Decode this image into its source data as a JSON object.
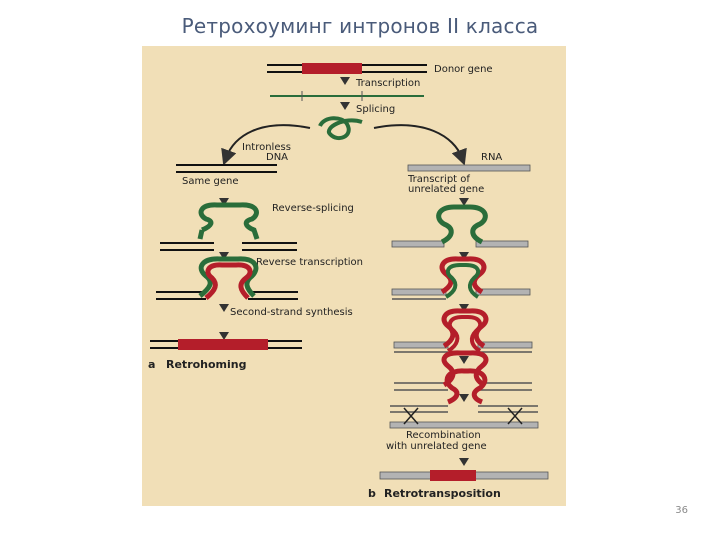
{
  "slide": {
    "title": "Ретрохоуминг интронов II класса",
    "page_number": "36"
  },
  "colors": {
    "background": "#f1dfb7",
    "dna": "#111111",
    "exon_gray": "#b3b3b3",
    "intron_red": "#b41e2a",
    "rna_green": "#2a6d3a",
    "arrow": "#333333"
  },
  "diagram": {
    "labels": {
      "donor_gene": "Donor gene",
      "transcription": "Transcription",
      "splicing": "Splicing",
      "intronless_dna_line1": "Intronless",
      "intronless_dna_line2": "DNA",
      "rna": "RNA",
      "same_gene": "Same gene",
      "transcript_line1": "Transcript of",
      "transcript_line2": "unrelated gene",
      "reverse_splicing": "Reverse-splicing",
      "reverse_transcription": "Reverse transcription",
      "second_strand": "Second-strand synthesis",
      "retrohoming_letter": "a",
      "retrohoming": "Retrohoming",
      "recombination_line1": "Recombination",
      "recombination_line2": "with unrelated gene",
      "retrotransposition_letter": "b",
      "retrotransposition": "Retrotransposition"
    }
  }
}
